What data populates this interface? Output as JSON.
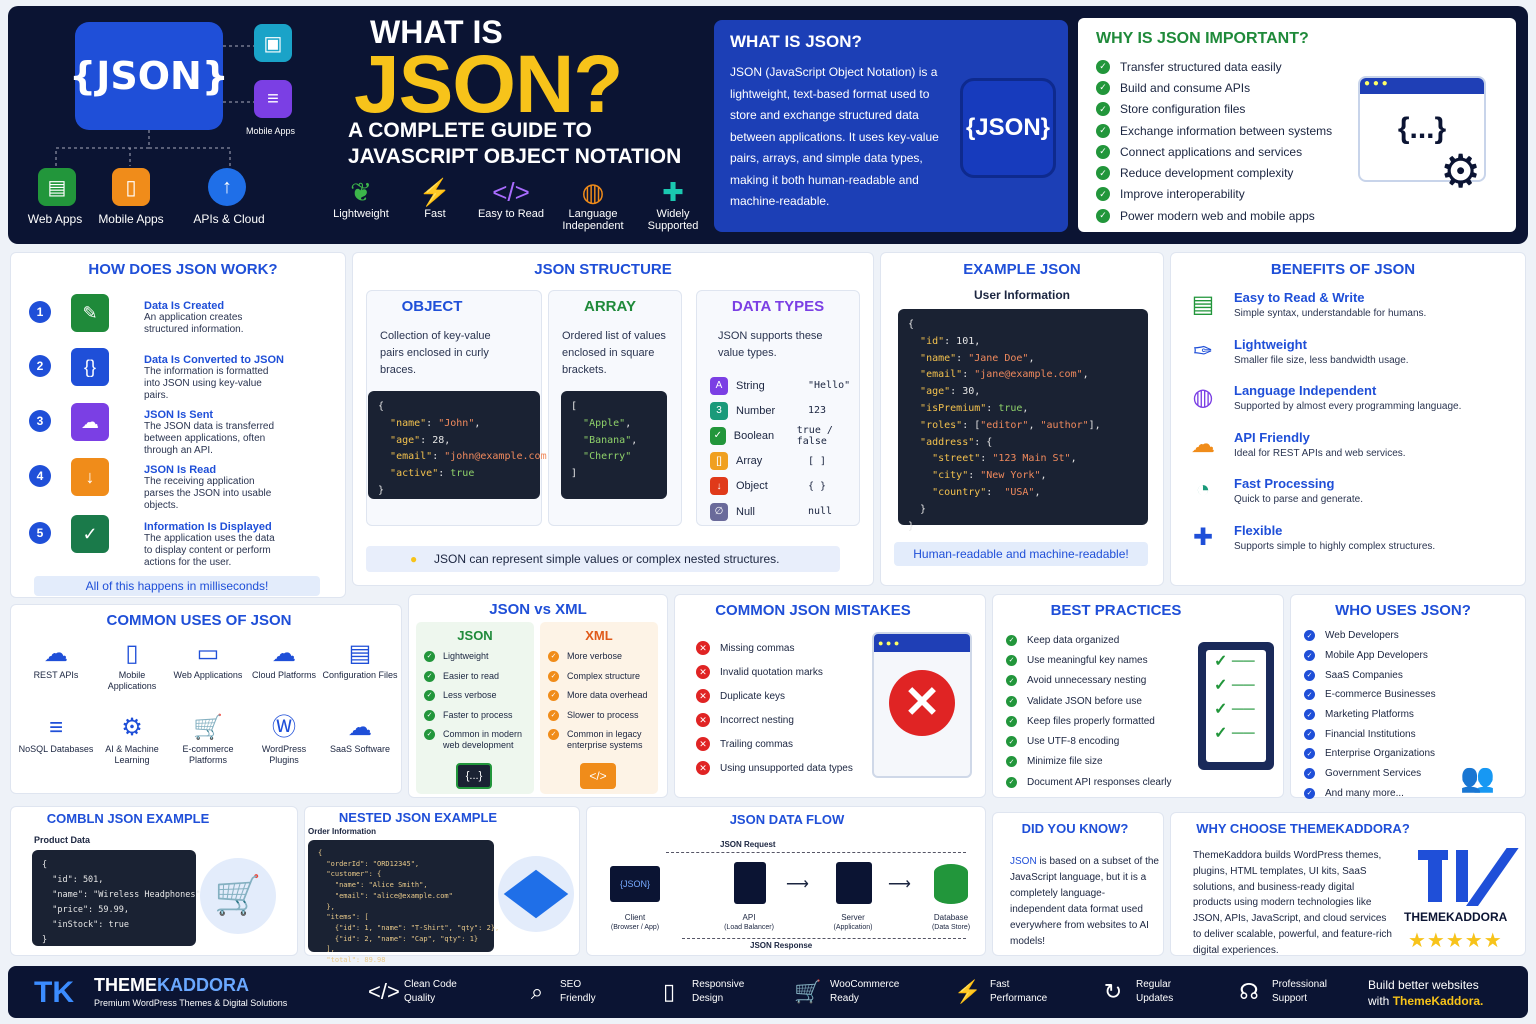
{
  "hero": {
    "logo_text": "{JSON}",
    "small_icon_label": "Mobile Apps",
    "targets": [
      {
        "label": "Web Apps",
        "icon": "browser-icon"
      },
      {
        "label": "Mobile Apps",
        "icon": "phone-icon"
      },
      {
        "label": "APIs & Cloud",
        "icon": "cloud-upload-icon"
      }
    ],
    "title_small": "WHAT IS",
    "title_big": "JSON?",
    "subtitle_1": "A COMPLETE GUIDE TO",
    "subtitle_2": "JAVASCRIPT OBJECT NOTATION",
    "features": [
      {
        "label": "Lightweight",
        "icon": "leaf-icon"
      },
      {
        "label": "Fast",
        "icon": "lightning-icon"
      },
      {
        "label": "Easy to Read",
        "icon": "code-icon"
      },
      {
        "label": "Language Independent",
        "icon": "globe-icon"
      },
      {
        "label": "Widely Supported",
        "icon": "puzzle-icon"
      }
    ]
  },
  "what": {
    "title": "WHAT IS JSON?",
    "text": "JSON (JavaScript Object Notation) is a lightweight, text-based format used to store and exchange structured data between applications. It uses key-value pairs, arrays, and simple data types, making it both human-readable and machine-readable.",
    "badge": "{JSON}"
  },
  "why": {
    "title": "WHY IS JSON IMPORTANT?",
    "items": [
      "Transfer structured data easily",
      "Build and consume APIs",
      "Store configuration files",
      "Exchange information between systems",
      "Connect applications and services",
      "Reduce development complexity",
      "Improve interoperability",
      "Power modern web and mobile apps"
    ],
    "window_glyph": "{...}"
  },
  "how": {
    "title": "HOW DOES JSON WORK?",
    "steps": [
      {
        "n": "1",
        "title": "Data Is Created",
        "desc": "An application creates structured information.",
        "color": "#1f8a3a"
      },
      {
        "n": "2",
        "title": "Data Is Converted to JSON",
        "desc": "The information is formatted into JSON using key-value pairs.",
        "color": "#1f4fd8"
      },
      {
        "n": "3",
        "title": "JSON Is Sent",
        "desc": "The JSON data is transferred between applications, often through an API.",
        "color": "#7b3fe4"
      },
      {
        "n": "4",
        "title": "JSON Is Read",
        "desc": "The receiving application parses the JSON into usable objects.",
        "color": "#f08c1a"
      },
      {
        "n": "5",
        "title": "Information Is Displayed",
        "desc": "The application uses the data to display content or perform actions for the user.",
        "color": "#1a7a4a"
      }
    ],
    "footer": "All of this happens in milliseconds!"
  },
  "structure": {
    "title": "JSON STRUCTURE",
    "object": {
      "title": "OBJECT",
      "desc": "Collection of key-value pairs enclosed in curly braces."
    },
    "array": {
      "title": "ARRAY",
      "desc": "Ordered list of values enclosed in square brackets."
    },
    "types": {
      "title": "DATA TYPES",
      "desc": "JSON supports these value types.",
      "rows": [
        {
          "name": "String",
          "ex": "\"Hello\"",
          "color": "#7b3fe4",
          "glyph": "A"
        },
        {
          "name": "Number",
          "ex": "123",
          "color": "#1a9a7a",
          "glyph": "3"
        },
        {
          "name": "Boolean",
          "ex": "true / false",
          "color": "#22963b",
          "glyph": "✓"
        },
        {
          "name": "Array",
          "ex": "[ ]",
          "color": "#f0a020",
          "glyph": "[]"
        },
        {
          "name": "Object",
          "ex": "{ }",
          "color": "#e03a1a",
          "glyph": "↓"
        },
        {
          "name": "Null",
          "ex": "null",
          "color": "#6a6a9a",
          "glyph": "∅"
        }
      ]
    },
    "note": "JSON can represent simple values or complex nested structures."
  },
  "example": {
    "title": "EXAMPLE JSON",
    "subtitle": "User Information",
    "footer": "Human-readable and machine-readable!"
  },
  "benefits": {
    "title": "BENEFITS OF JSON",
    "items": [
      {
        "title": "Easy to Read & Write",
        "desc": "Simple syntax, understandable for humans.",
        "icon": "document-icon",
        "color": "#22963b"
      },
      {
        "title": "Lightweight",
        "desc": "Smaller file size, less bandwidth usage.",
        "icon": "feather-icon",
        "color": "#1f4fd8"
      },
      {
        "title": "Language Independent",
        "desc": "Supported by almost every programming language.",
        "icon": "globe-icon",
        "color": "#7b3fe4"
      },
      {
        "title": "API Friendly",
        "desc": "Ideal for REST APIs and web services.",
        "icon": "cloud-icon",
        "color": "#f08c1a"
      },
      {
        "title": "Fast Processing",
        "desc": "Quick to parse and generate.",
        "icon": "speedometer-icon",
        "color": "#1a9a7a"
      },
      {
        "title": "Flexible",
        "desc": "Supports simple to highly complex structures.",
        "icon": "puzzle-icon",
        "color": "#1f4fd8"
      }
    ]
  },
  "uses": {
    "title": "COMMON USES OF JSON",
    "items": [
      "REST APIs",
      "Mobile Applications",
      "Web Applications",
      "Cloud Platforms",
      "Configuration Files",
      "NoSQL Databases",
      "AI & Machine Learning",
      "E-commerce Platforms",
      "WordPress Plugins",
      "SaaS Software"
    ]
  },
  "vs": {
    "title": "JSON vs XML",
    "json_title": "JSON",
    "xml_title": "XML",
    "json_items": [
      "Lightweight",
      "Easier to read",
      "Less verbose",
      "Faster to process",
      "Common in modern web development"
    ],
    "xml_items": [
      "More verbose",
      "Complex structure",
      "More data overhead",
      "Slower to process",
      "Common in legacy enterprise systems"
    ]
  },
  "mistakes": {
    "title": "COMMON JSON MISTAKES",
    "items": [
      "Missing commas",
      "Invalid quotation marks",
      "Duplicate keys",
      "Incorrect nesting",
      "Trailing commas",
      "Using unsupported data types"
    ]
  },
  "best": {
    "title": "BEST PRACTICES",
    "items": [
      "Keep data organized",
      "Use meaningful key names",
      "Avoid unnecessary nesting",
      "Validate JSON before use",
      "Keep files properly formatted",
      "Use UTF-8 encoding",
      "Minimize file size",
      "Document API responses clearly"
    ]
  },
  "who": {
    "title": "WHO USES JSON?",
    "items": [
      "Web Developers",
      "Mobile App Developers",
      "SaaS Companies",
      "E-commerce Businesses",
      "Marketing Platforms",
      "Financial Institutions",
      "Enterprise Organizations",
      "Government Services",
      "And many more..."
    ]
  },
  "common_example": {
    "title": "COMBLN JSON EXAMPLE",
    "subtitle": "Product Data"
  },
  "nested": {
    "title": "NESTED JSON EXAMPLE",
    "subtitle": "Order Information"
  },
  "flow": {
    "title": "JSON DATA FLOW",
    "request": "JSON Request",
    "response": "JSON Response",
    "nodes": [
      {
        "name": "Client",
        "sub": "(Browser / App)"
      },
      {
        "name": "API",
        "sub": "(Load Balancer)"
      },
      {
        "name": "Server",
        "sub": "(Application)"
      },
      {
        "name": "Database",
        "sub": "(Data Store)"
      }
    ]
  },
  "know": {
    "title": "DID YOU KNOW?",
    "lead": "JSON",
    "text": " is based on a subset of the JavaScript language, but it is a completely language-independent data format used everywhere from websites to AI models!"
  },
  "choose": {
    "title": "WHY CHOOSE THEMEKADDORA?",
    "text": "ThemeKaddora builds WordPress themes, plugins, HTML templates, UI kits, SaaS solutions, and business-ready digital products using modern technologies like JSON, APIs, JavaScript, and cloud services to deliver scalable, powerful, and feature-rich digital experiences.",
    "brand": "THEMEKADDORA",
    "stars": "★★★★★"
  },
  "footer": {
    "brand_a": "THEME",
    "brand_b": "KADDORA",
    "tagline": "Premium WordPress Themes & Digital Solutions",
    "items": [
      {
        "l1": "Clean Code",
        "l2": "Quality",
        "icon": "code-icon"
      },
      {
        "l1": "SEO",
        "l2": "Friendly",
        "icon": "search-icon"
      },
      {
        "l1": "Responsive",
        "l2": "Design",
        "icon": "phone-icon"
      },
      {
        "l1": "WooCommerce",
        "l2": "Ready",
        "icon": "cart-icon"
      },
      {
        "l1": "Fast",
        "l2": "Performance",
        "icon": "lightning-icon"
      },
      {
        "l1": "Regular",
        "l2": "Updates",
        "icon": "refresh-icon"
      },
      {
        "l1": "Professional",
        "l2": "Support",
        "icon": "headset-icon"
      }
    ],
    "cta_1": "Build better websites",
    "cta_2a": "with ",
    "cta_2b": "ThemeKaddora."
  },
  "colors": {
    "navy": "#0b1433",
    "blue": "#1f4fd8",
    "yellow": "#f7c31a",
    "green": "#22963b",
    "red": "#e02424"
  }
}
